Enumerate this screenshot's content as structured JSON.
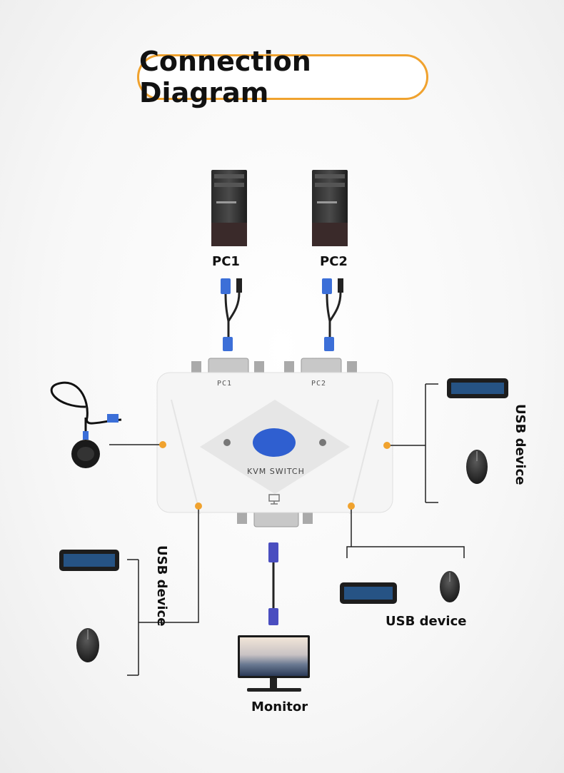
{
  "title": "Connection Diagram",
  "pc_labels": [
    "PC1",
    "PC2"
  ],
  "switch": {
    "port_labels": [
      "PC1",
      "PC2"
    ],
    "name": "KVM SWITCH"
  },
  "usb_device_labels": [
    "USB device",
    "USB device",
    "USB device"
  ],
  "monitor_label": "Monitor",
  "colors": {
    "accent": "#f0a22e",
    "button_blue": "#2f5fd0",
    "connector_blue": "#3c6fd8"
  }
}
